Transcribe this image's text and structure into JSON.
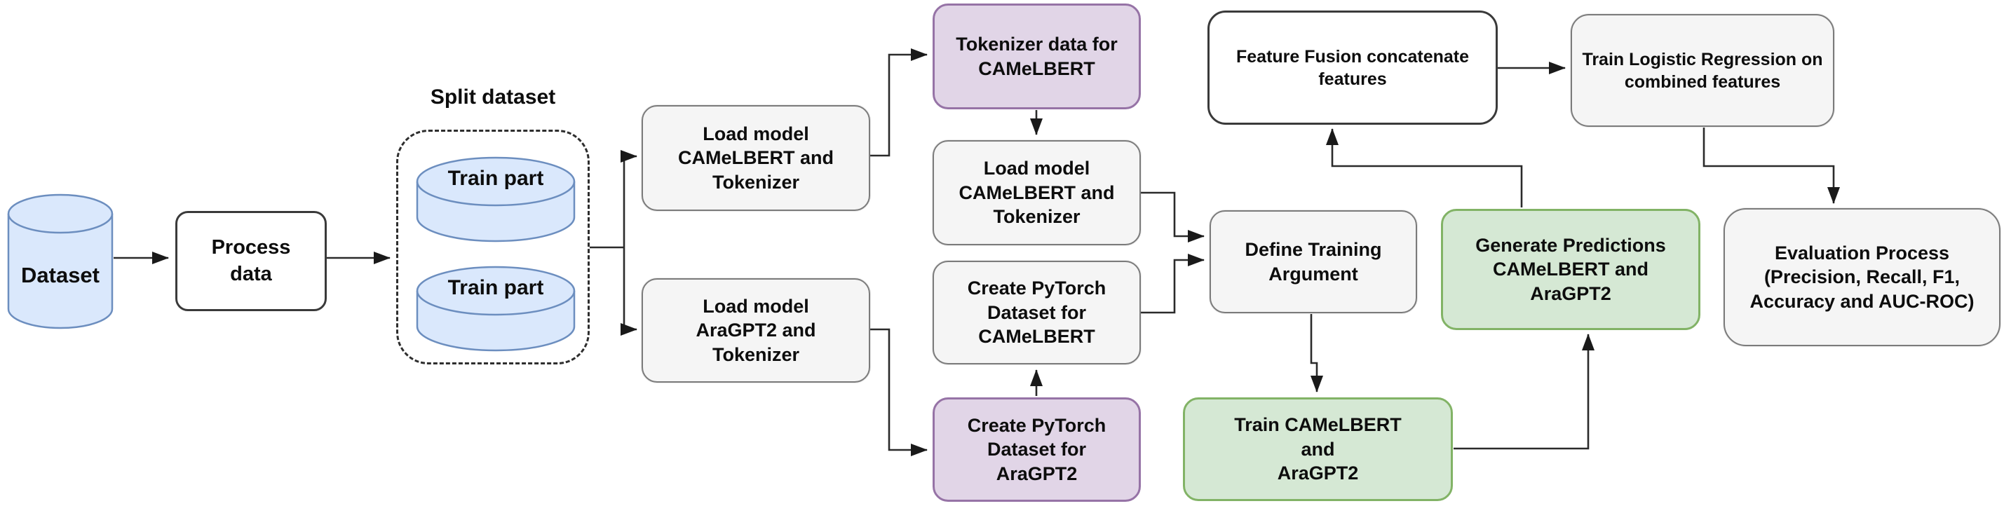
{
  "diagram": {
    "labels": {
      "split_dataset": "Split dataset"
    },
    "nodes": {
      "dataset": {
        "label": "Dataset"
      },
      "process_data": {
        "label": "Process\ndata"
      },
      "train_part_top": {
        "label": "Train part"
      },
      "train_part_bottom": {
        "label": "Train part"
      },
      "load_camelbert_1": {
        "label": "Load model\nCAMeLBERT and\nTokenizer"
      },
      "load_aragpt2": {
        "label": "Load model\nAraGPT2 and\nTokenizer"
      },
      "tokenizer_data": {
        "label": "Tokenizer data for\nCAMeLBERT"
      },
      "load_camelbert_2": {
        "label": "Load model\nCAMeLBERT and\nTokenizer"
      },
      "create_pytorch_camelbert": {
        "label": "Create PyTorch\nDataset for\nCAMeLBERT"
      },
      "create_pytorch_aragpt2": {
        "label": "Create PyTorch\nDataset for\nAraGPT2"
      },
      "define_training": {
        "label": "Define Training\nArgument"
      },
      "train_models": {
        "label": "Train CAMeLBERT\nand\nAraGPT2"
      },
      "generate_predictions": {
        "label": "Generate Predictions\nCAMeLBERT and\nAraGPT2"
      },
      "feature_fusion": {
        "label": "Feature Fusion concatenate\nfeatures"
      },
      "train_logistic": {
        "label": "Train Logistic Regression on\ncombined features"
      },
      "evaluation": {
        "label": "Evaluation Process\n(Precision, Recall, F1,\nAccuracy and AUC-ROC)"
      }
    },
    "colors": {
      "cylinder_fill": "#DAE8FC",
      "cylinder_border": "#6C8EBF",
      "purple_fill": "#E1D5E7",
      "purple_border": "#9673A6",
      "green_fill": "#D5E8D4",
      "green_border": "#82B366",
      "gray_fill": "#F5F5F5",
      "gray_border": "#7B7B7B",
      "white_fill": "#FFFFFF",
      "line_color": "#2B2B2B"
    }
  }
}
